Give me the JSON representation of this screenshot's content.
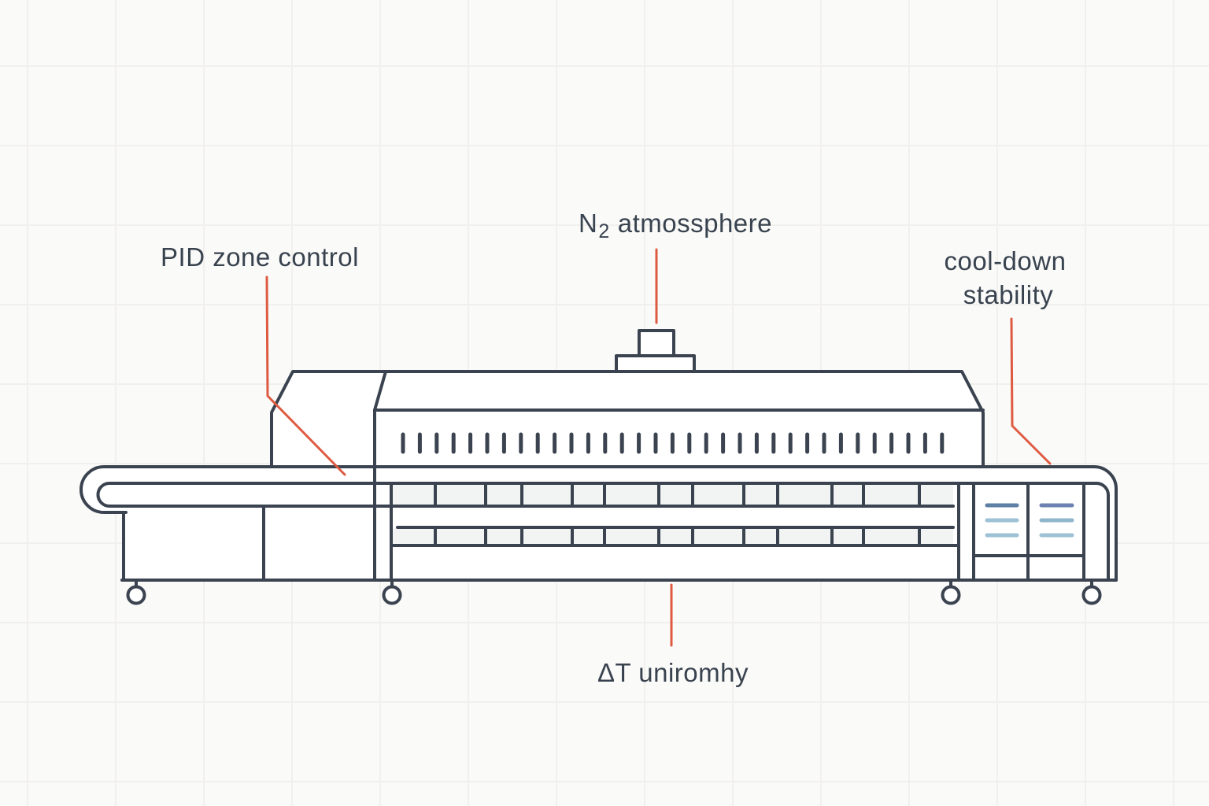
{
  "labels": {
    "pid_zone_control": "PID zone control",
    "n2_atmosphere": {
      "symbol": "N",
      "subscript": "2",
      "rest": "atmossphere"
    },
    "cool_down_line1": "cool-down",
    "cool_down_line2": "stability",
    "delta_t": "ΔT uniromhy"
  },
  "colors": {
    "bg": "#FAFAF8",
    "grid": "#F1F0ED",
    "paper": "#FFFFFF",
    "band": "#F2F4F3",
    "ink": "#3A434F",
    "leader": "#DE5A41",
    "text": "#39434F",
    "panelSteel": "#5E80A4",
    "panelIndigo": "#6D82B2",
    "panelLight": "#9DC1D5",
    "panelMist": "#8FB6CC"
  }
}
